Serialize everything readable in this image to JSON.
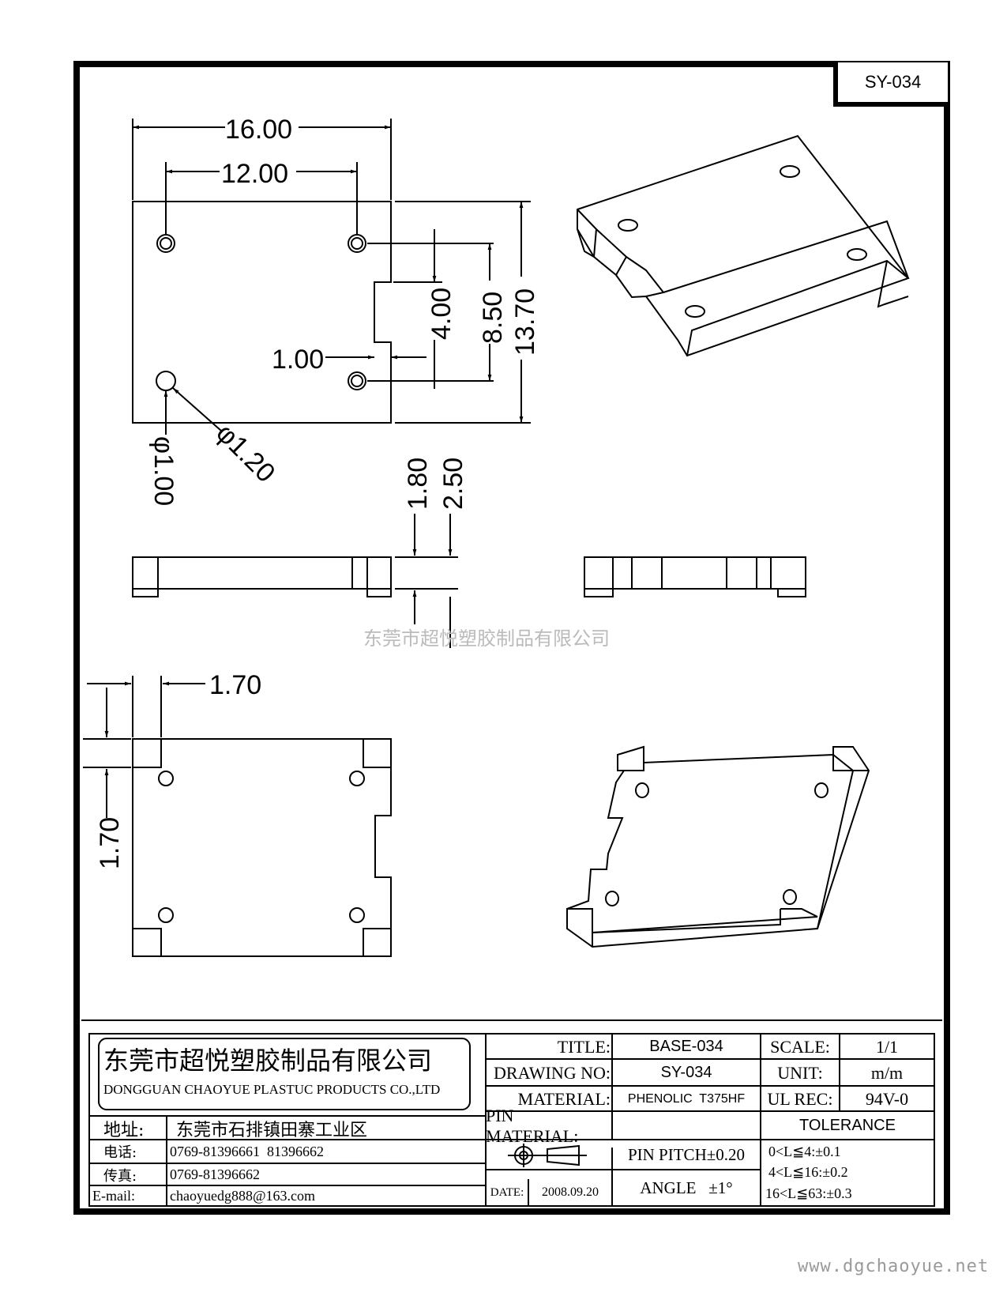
{
  "drawing_code": "SY-034",
  "dimensions": {
    "top_width": "16.00",
    "hole_spacing_x": "12.00",
    "slot_depth": "4.00",
    "hole_spacing_y": "8.50",
    "overall_height": "13.70",
    "slot_offset": "1.00",
    "hole_dia": "φ1.00",
    "hole_dia_outer": "φ1.20",
    "thickness_inner": "1.80",
    "thickness_outer": "2.50",
    "corner_x": "1.70",
    "corner_y": "1.70"
  },
  "watermark": "东莞市超悦塑胶制品有限公司",
  "company": {
    "name_cn": "东莞市超悦塑胶制品有限公司",
    "name_en": "DONGGUAN CHAOYUE PLASTUC PRODUCTS CO.,LTD",
    "address_label": "地址:",
    "address": "东莞市石排镇田寨工业区",
    "phone_label": "电话:",
    "phone": "0769-81396661  81396662",
    "fax_label": "传真:",
    "fax": "0769-81396662",
    "email_label": "E-mail:",
    "email": "chaoyuedg888@163.com"
  },
  "spec": {
    "title_label": "TITLE:",
    "title": "BASE-034",
    "drawing_no_label": "DRAWING NO:",
    "drawing_no": "SY-034",
    "material_label": "MATERIAL:",
    "material": "PHENOLIC  T375HF",
    "pin_material_label": "PIN MATERIAL:",
    "pin_material": "",
    "date_label": "DATE:",
    "date": "2008.09.20",
    "pin_pitch": "PIN PITCH±0.20",
    "angle": "ANGLE   ±1°",
    "scale_label": "SCALE:",
    "scale": "1/1",
    "unit_label": "UNIT:",
    "unit": "m/m",
    "ul_label": "UL REC:",
    "ul": "94V-0",
    "tolerance_label": "TOLERANCE",
    "tolerance_1": "0<L≦4:±0.1",
    "tolerance_2": "4<L≦16:±0.2",
    "tolerance_3": "16<L≦63:±0.3"
  },
  "website": "www.dgchaoyue.net"
}
